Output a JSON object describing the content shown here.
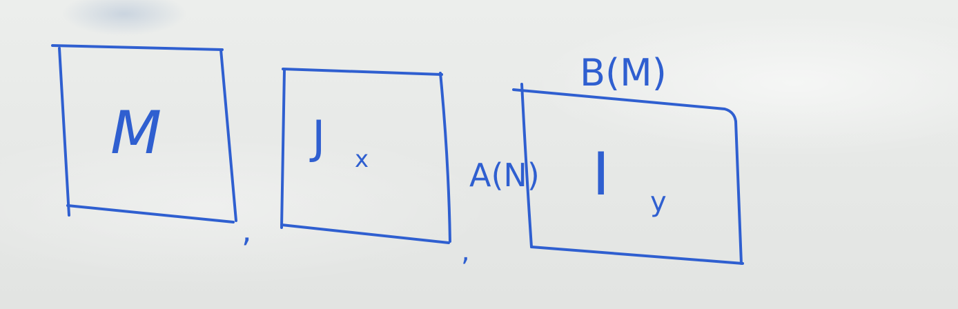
{
  "whiteboard": {
    "ink_color": "#2f5fd0",
    "board_color": "#e9ebe9",
    "box1": {
      "label": "M"
    },
    "box2": {
      "label": "J",
      "subscript": "x"
    },
    "box3": {
      "label": "I",
      "subscript": "y"
    },
    "left_label": "A(N)",
    "top_label": "B(M)",
    "separators": [
      ",",
      ","
    ]
  }
}
